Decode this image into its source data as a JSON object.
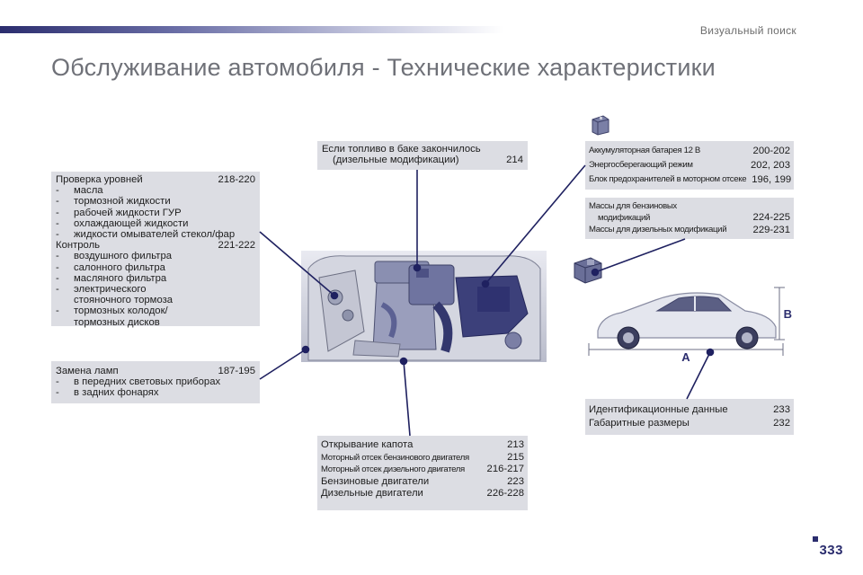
{
  "header": {
    "section": "Визуальный поиск"
  },
  "title": "Обслуживание автомобиля - Технические характеристики",
  "levels": {
    "title": "Проверка уровней",
    "pages": "218-220",
    "items": [
      "масла",
      "тормозной жидкости",
      "рабочей жидкости ГУР",
      "охлаждающей жидкости",
      "жидкости омывателей стекол/фар"
    ],
    "control_title": "Контроль",
    "control_pages": "221-222",
    "control_items": [
      "воздушного фильтра",
      "салонного фильтра",
      "масляного фильтра"
    ],
    "control_item4_line1": "электрического",
    "control_item4_line2": "стояночного тормоза",
    "control_item5_line1": "тормозных колодок/",
    "control_item5_line2": "тормозных дисков"
  },
  "lamps": {
    "title": "Замена ламп",
    "pages": "187-195",
    "items": [
      "в передних световых приборах",
      "в задних фонарях"
    ]
  },
  "fuel": {
    "line1": "Если топливо в баке закончилось",
    "line2": "(дизельные модификации)",
    "pages": "214"
  },
  "battery": {
    "rows": [
      {
        "label": "Аккумуляторная батарея 12 В",
        "pages": "200-202"
      },
      {
        "label": "Энергосберегающий режим",
        "pages": "202, 203"
      },
      {
        "label": "Блок предохранителей в моторном отсеке",
        "pages": "196, 199"
      }
    ]
  },
  "masses": {
    "petrol_line1": "Массы для бензиновых",
    "petrol_line2": "модификаций",
    "petrol_pages": "224-225",
    "diesel_label": "Массы для дизельных модификаций",
    "diesel_pages": "229-231"
  },
  "ident": {
    "rows": [
      {
        "label": "Идентификационные данные",
        "pages": "233"
      },
      {
        "label": "Габаритные размеры",
        "pages": "232"
      }
    ]
  },
  "hood": {
    "rows": [
      {
        "label": "Открывание капота",
        "pages": "213"
      },
      {
        "label": "Моторный отсек бензинового двигателя",
        "pages": "215"
      },
      {
        "label": "Моторный отсек дизельного двигателя",
        "pages": "216-217"
      },
      {
        "label": "Бензиновые двигатели",
        "pages": "223"
      },
      {
        "label": "Дизельные двигатели",
        "pages": "226-228"
      }
    ]
  },
  "car_dims": {
    "length_label": "A",
    "height_label": "B"
  },
  "page_number": "333",
  "colors": {
    "accent": "#2b2d6e",
    "box": "#dcdde3",
    "title": "#6f7178"
  }
}
